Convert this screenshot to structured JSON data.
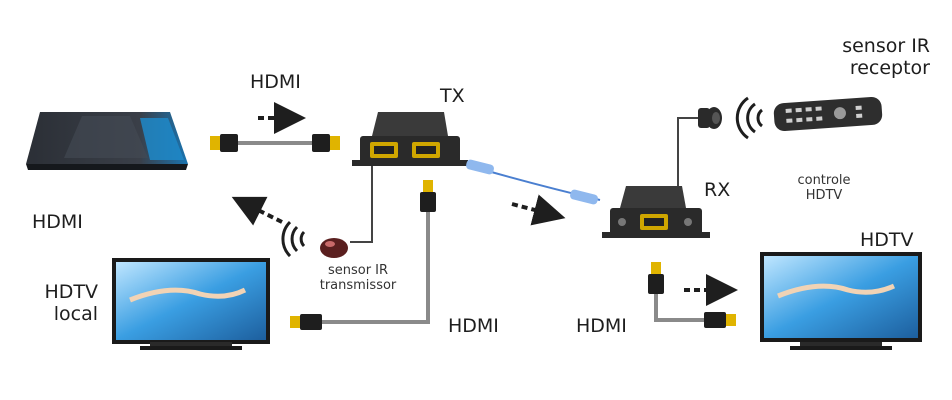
{
  "labels": {
    "hdmi_top": "HDMI",
    "tx": "TX",
    "rx": "RX",
    "hdmi_left": "HDMI",
    "hdtv_local_line1": "HDTV",
    "hdtv_local_line2": "local",
    "sensor_tx_line1": "sensor IR",
    "sensor_tx_line2": "transmissor",
    "hdmi_bottom_mid": "HDMI",
    "hdmi_bottom_right": "HDMI",
    "hdtv_right": "HDTV",
    "sensor_rx_line1": "sensor IR",
    "sensor_rx_line2": "receptor",
    "remote_line1": "controle",
    "remote_line2": "HDTV"
  },
  "colors": {
    "device_dark": "#2a2a2a",
    "cable_gray": "#8a8a8a",
    "connector_gold": "#e0b400",
    "cat_cable_blue": "#4a7fd0",
    "screen_blue": "#2f8fd6"
  }
}
